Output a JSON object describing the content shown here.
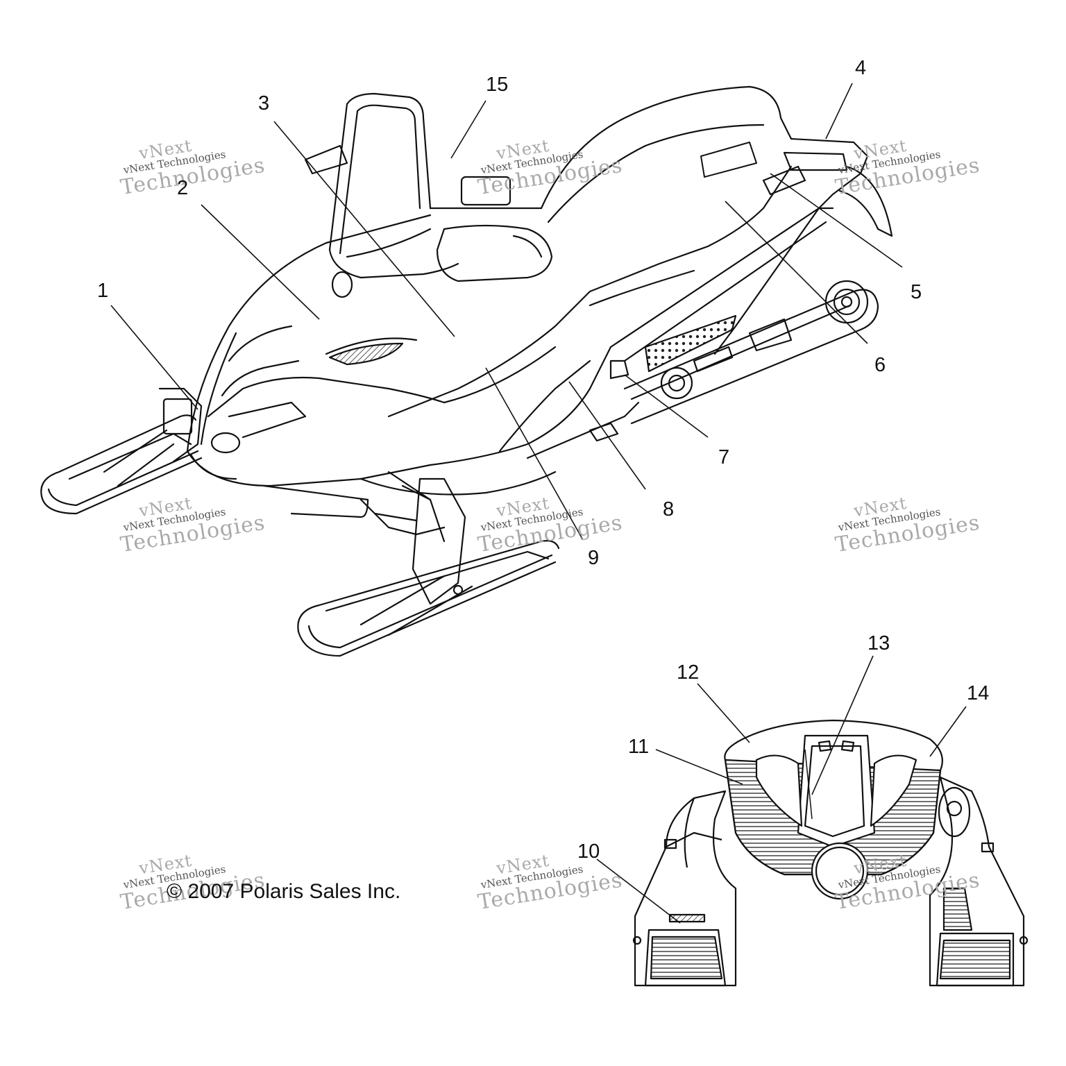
{
  "callouts": {
    "c1": "1",
    "c2": "2",
    "c3": "3",
    "c4": "4",
    "c5": "5",
    "c6": "6",
    "c7": "7",
    "c8": "8",
    "c9": "9",
    "c10": "10",
    "c11": "11",
    "c12": "12",
    "c13": "13",
    "c14": "14",
    "c15": "15"
  },
  "copyright": "© 2007 Polaris Sales Inc.",
  "watermark": {
    "line1": "vNext",
    "line2": "vNext Technologies",
    "line3": "Technologies"
  }
}
